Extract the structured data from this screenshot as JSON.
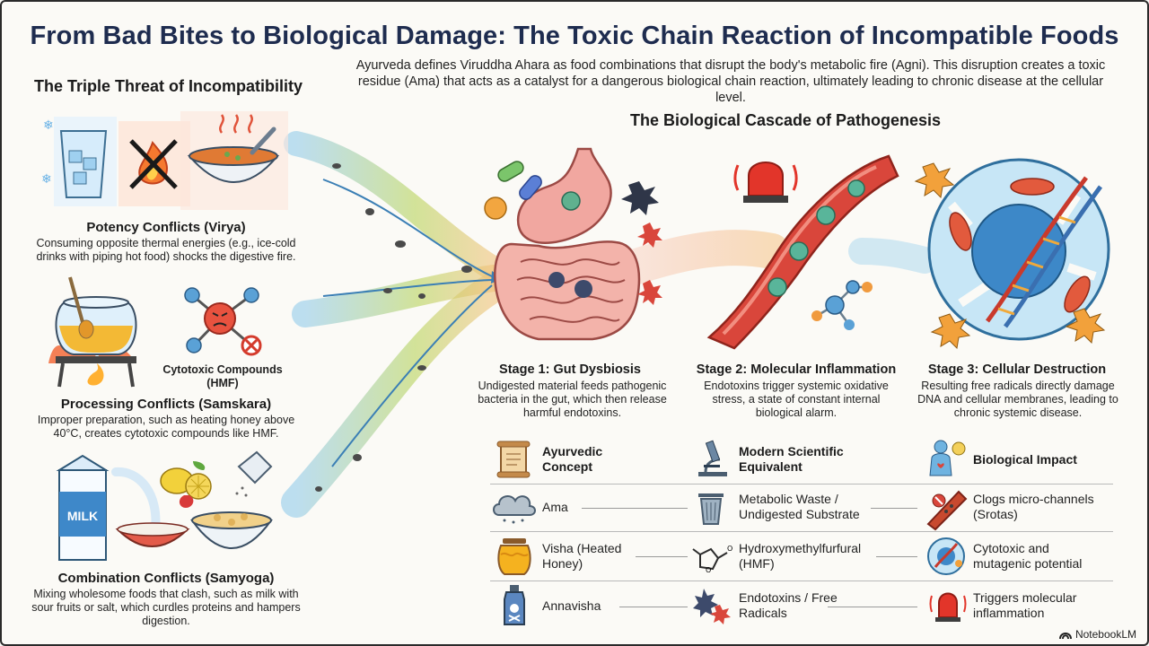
{
  "title": "From Bad Bites to Biological Damage: The Toxic Chain Reaction of Incompatible Foods",
  "intro": "Ayurveda defines Viruddha Ahara as food combinations that disrupt the body's metabolic fire (Agni). This disruption creates a toxic residue (Ama) that acts as a catalyst for a dangerous biological chain reaction, ultimately leading to chronic disease at the cellular level.",
  "left_heading": "The Triple Threat of Incompatibility",
  "conflicts": [
    {
      "title": "Potency Conflicts (Virya)",
      "desc": "Consuming opposite thermal energies (e.g., ice-cold drinks with piping hot food) shocks the digestive fire."
    },
    {
      "title": "Processing Conflicts (Samskara)",
      "desc": "Improper preparation, such as heating honey above 40°C, creates cytotoxic compounds like HMF."
    },
    {
      "title": "Combination Conflicts (Samyoga)",
      "desc": "Mixing wholesome foods that clash, such as milk with sour fruits or salt, which curdles proteins and hampers digestion."
    }
  ],
  "cytotoxic_label": "Cytotoxic Compounds (HMF)",
  "milk_label": "MILK",
  "cascade_heading": "The Biological Cascade of Pathogenesis",
  "stages": [
    {
      "title": "Stage 1: Gut Dysbiosis",
      "desc": "Undigested material feeds pathogenic bacteria in the gut, which then release harmful endotoxins."
    },
    {
      "title": "Stage 2: Molecular Inflammation",
      "desc": "Endotoxins trigger systemic oxidative stress, a state of constant internal biological alarm."
    },
    {
      "title": "Stage 3: Cellular Destruction",
      "desc": "Resulting free radicals directly damage DNA and cellular membranes, leading to chronic systemic disease."
    }
  ],
  "table": {
    "headers": [
      "Ayurvedic Concept",
      "Modern Scientific Equivalent",
      "Biological Impact"
    ],
    "rows": [
      {
        "concept": "Ama",
        "modern": "Metabolic Waste / Undigested Substrate",
        "impact": "Clogs micro-channels (Srotas)"
      },
      {
        "concept": "Visha (Heated Honey)",
        "modern": "Hydroxymethylfurfural (HMF)",
        "impact": "Cytotoxic and mutagenic potential"
      },
      {
        "concept": "Annavisha",
        "modern": "Endotoxins / Free Radicals",
        "impact": "Triggers molecular inflammation"
      }
    ]
  },
  "watermark": "NotebookLM",
  "colors": {
    "title": "#1e2c4f",
    "flow_blue": "#5aa7d6",
    "flow_green": "#b6cf4e",
    "inflame_red": "#d9463b",
    "cell_blue": "#6ab3df"
  },
  "icons": [
    "ice-water-icon",
    "no-fire-icon",
    "hot-soup-icon",
    "honey-pot-icon",
    "hmf-molecule-icon",
    "milk-carton-icon",
    "fruit-icon",
    "salt-shaker-icon",
    "cereal-bowl-icon",
    "gut-icon",
    "blood-vessel-icon",
    "alarm-siren-icon",
    "cell-dna-icon",
    "scroll-icon",
    "microscope-icon",
    "body-impact-icon",
    "cloud-icon",
    "trash-can-icon",
    "clogged-channel-icon",
    "honey-jar-icon",
    "hmf-structure-icon",
    "cell-damage-icon",
    "poison-bottle-icon",
    "free-radical-icon",
    "siren-icon"
  ]
}
